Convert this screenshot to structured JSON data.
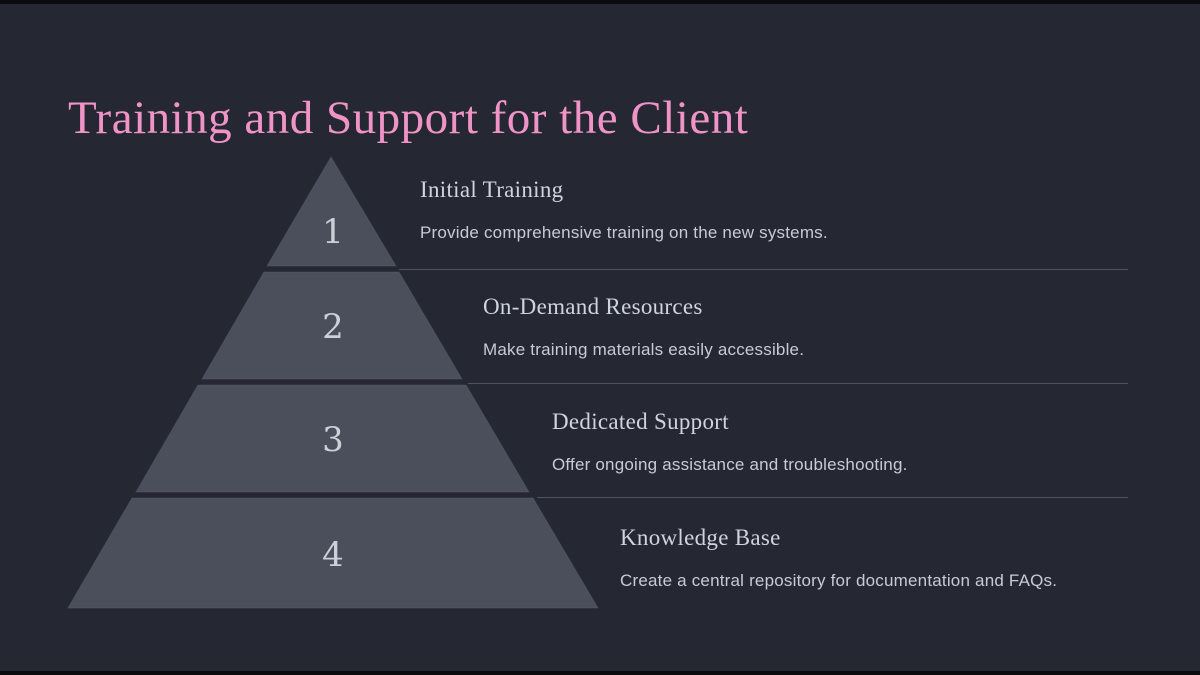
{
  "slide": {
    "title": "Training and Support for the Client"
  },
  "theme": {
    "background": "#252833",
    "edge_bar": "#0b0b0d",
    "title_color": "#f094c8",
    "pyramid_fill": "#4b4f5b",
    "pyramid_edge": "#636777",
    "number_color": "#ccd0d8",
    "heading_color": "#d0d4dc",
    "description_color": "#c7cbd3",
    "divider_color": "#4f535e"
  },
  "pyramid": {
    "levels": [
      {
        "number": "1",
        "heading": "Initial Training",
        "description": "Provide comprehensive training on the new systems."
      },
      {
        "number": "2",
        "heading": "On-Demand Resources",
        "description": "Make training materials easily accessible."
      },
      {
        "number": "3",
        "heading": "Dedicated Support",
        "description": "Offer ongoing assistance and troubleshooting."
      },
      {
        "number": "4",
        "heading": "Knowledge Base",
        "description": "Create a central repository for documentation and FAQs."
      }
    ]
  }
}
